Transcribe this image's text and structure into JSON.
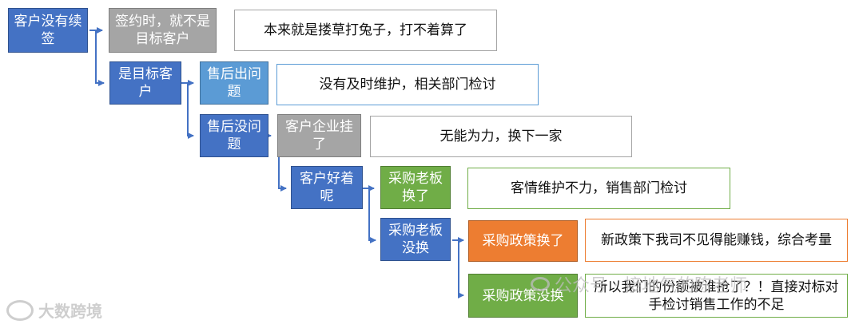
{
  "nodes": {
    "root": "客户没有续签",
    "not_target": "签约时，就不是目标客户",
    "is_target": "是目标客户",
    "after_sales_issue": "售后出问题",
    "after_sales_ok": "售后没问题",
    "company_down": "客户企业挂了",
    "client_fine": "客户好着呢",
    "buyer_changed": "采购老板换了",
    "buyer_same": "采购老板没换",
    "policy_changed": "采购政策换了",
    "policy_same": "采购政策没换"
  },
  "notes": {
    "not_target": "本来就是搂草打兔子，打不着算了",
    "after_sales_issue": "没有及时维护，相关部门检讨",
    "company_down": "无能为力，换下一家",
    "buyer_changed": "客情维护不力，销售部门检讨",
    "policy_changed": "新政策下我司不见得能赚钱，综合考量",
    "policy_same": "所以我们的份额被谁抢了？！直接对标对手检讨销售工作的不足"
  },
  "watermarks": {
    "left": "大数跨境",
    "right": "公众号 · 接地气的陈老师"
  },
  "colors": {
    "blue": "#4472c4",
    "light_blue": "#5b9bd5",
    "gray": "#a5a5a5",
    "green": "#70ad47",
    "orange": "#ed7d31",
    "connector": "#4472c4"
  }
}
